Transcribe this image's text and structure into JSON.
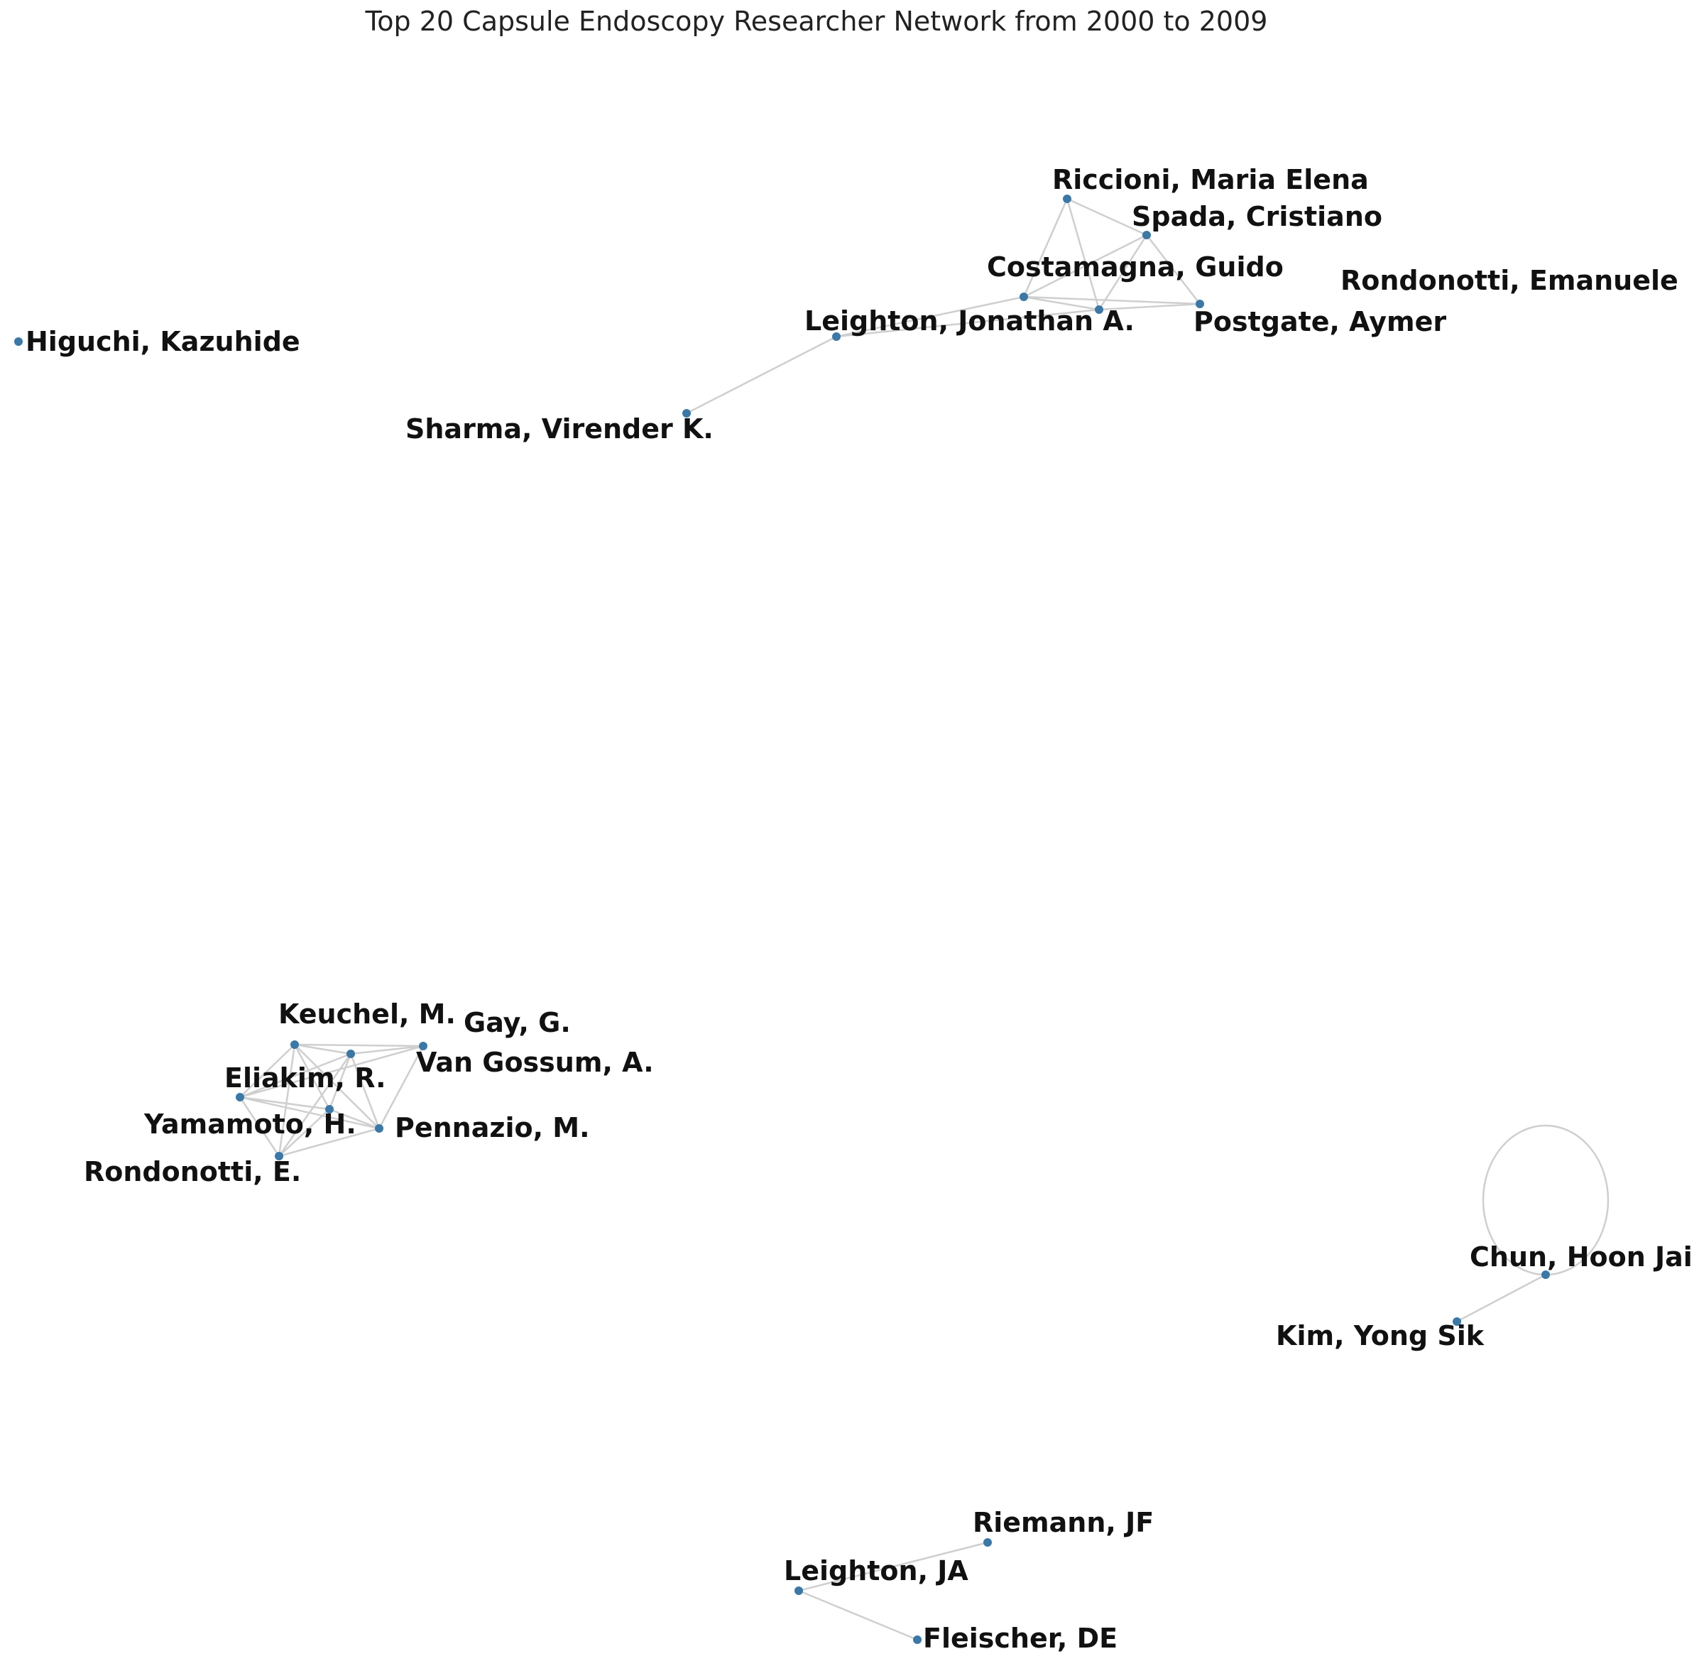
{
  "title": "Top 20 Capsule Endoscopy Researcher Network from 2000 to 2009",
  "colors": {
    "node": "#3a78a8",
    "edge": "#cfcfcf",
    "edge_dark": "#555555",
    "label": "#111111"
  },
  "nodes": [
    {
      "id": "riccioni",
      "label": "Riccioni, Maria Elena"
    },
    {
      "id": "spada",
      "label": "Spada, Cristiano"
    },
    {
      "id": "costamagna",
      "label": "Costamagna, Guido"
    },
    {
      "id": "rondonotti_emanuele",
      "label": "Rondonotti, Emanuele"
    },
    {
      "id": "postgate",
      "label": "Postgate, Aymer"
    },
    {
      "id": "leighton_jonathan",
      "label": "Leighton, Jonathan A."
    },
    {
      "id": "sharma",
      "label": "Sharma, Virender K."
    },
    {
      "id": "higuchi",
      "label": "Higuchi, Kazuhide"
    },
    {
      "id": "keuchel",
      "label": "Keuchel, M."
    },
    {
      "id": "gay",
      "label": "Gay, G."
    },
    {
      "id": "van_gossum",
      "label": "Van Gossum, A."
    },
    {
      "id": "eliakim",
      "label": "Eliakim, R."
    },
    {
      "id": "yamamoto",
      "label": "Yamamoto, H."
    },
    {
      "id": "pennazio",
      "label": "Pennazio, M."
    },
    {
      "id": "rondonotti_e",
      "label": "Rondonotti, E."
    },
    {
      "id": "chun",
      "label": "Chun, Hoon Jai"
    },
    {
      "id": "kim",
      "label": "Kim, Yong Sik"
    },
    {
      "id": "riemann",
      "label": "Riemann, JF"
    },
    {
      "id": "leighton_ja",
      "label": "Leighton, JA"
    },
    {
      "id": "fleischer",
      "label": "Fleischer, DE"
    }
  ],
  "edges": [
    [
      "riccioni",
      "spada"
    ],
    [
      "riccioni",
      "costamagna"
    ],
    [
      "riccioni",
      "postgate"
    ],
    [
      "spada",
      "costamagna"
    ],
    [
      "spada",
      "postgate"
    ],
    [
      "spada",
      "rondonotti_emanuele"
    ],
    [
      "costamagna",
      "postgate"
    ],
    [
      "costamagna",
      "rondonotti_emanuele"
    ],
    [
      "costamagna",
      "leighton_jonathan"
    ],
    [
      "postgate",
      "rondonotti_emanuele"
    ],
    [
      "postgate",
      "leighton_jonathan"
    ],
    [
      "leighton_jonathan",
      "sharma"
    ],
    [
      "keuchel",
      "gay"
    ],
    [
      "keuchel",
      "van_gossum"
    ],
    [
      "keuchel",
      "eliakim"
    ],
    [
      "keuchel",
      "yamamoto"
    ],
    [
      "keuchel",
      "pennazio"
    ],
    [
      "keuchel",
      "rondonotti_e"
    ],
    [
      "gay",
      "van_gossum"
    ],
    [
      "gay",
      "eliakim"
    ],
    [
      "gay",
      "pennazio"
    ],
    [
      "van_gossum",
      "eliakim"
    ],
    [
      "van_gossum",
      "yamamoto"
    ],
    [
      "van_gossum",
      "pennazio"
    ],
    [
      "van_gossum",
      "rondonotti_e"
    ],
    [
      "eliakim",
      "yamamoto"
    ],
    [
      "eliakim",
      "pennazio"
    ],
    [
      "eliakim",
      "rondonotti_e"
    ],
    [
      "yamamoto",
      "pennazio"
    ],
    [
      "yamamoto",
      "rondonotti_e"
    ],
    [
      "pennazio",
      "rondonotti_e"
    ],
    [
      "chun",
      "kim"
    ],
    [
      "chun",
      "chun"
    ],
    [
      "riemann",
      "leighton_ja"
    ],
    [
      "leighton_ja",
      "fleischer"
    ]
  ]
}
